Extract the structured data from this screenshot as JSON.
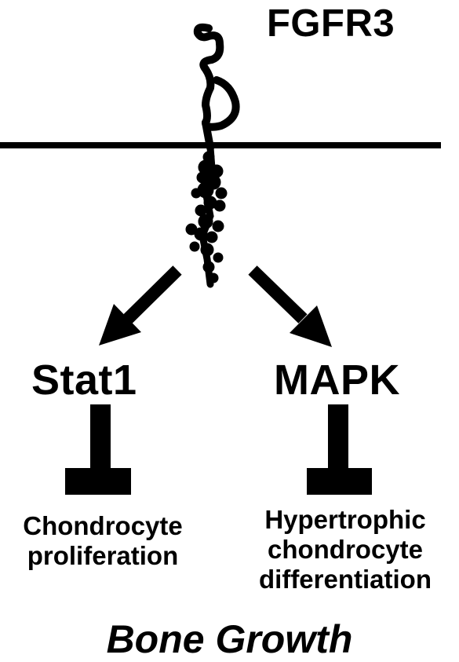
{
  "receptor": {
    "name": "FGFR3"
  },
  "pathways": [
    {
      "name": "Stat1",
      "inhibits": [
        "Chondrocyte",
        "proliferation"
      ]
    },
    {
      "name": "MAPK",
      "inhibits": [
        "Hypertrophic",
        "chondrocyte",
        "differentiation"
      ]
    }
  ],
  "process": "Bone Growth",
  "colors": {
    "ink": "#000000",
    "background": "#ffffff"
  }
}
